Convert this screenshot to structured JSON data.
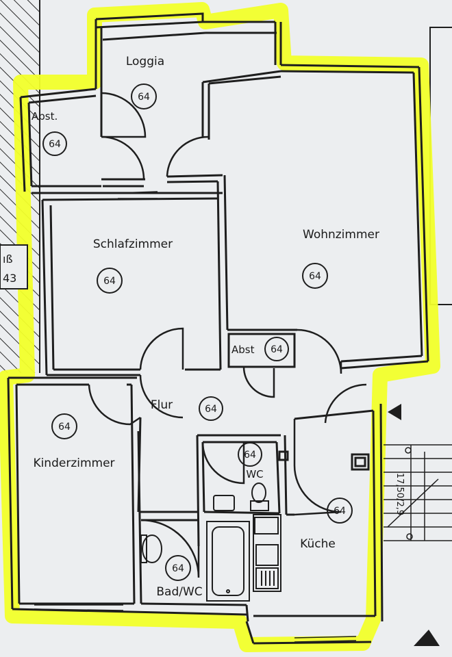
{
  "plan": {
    "highlight_color": "#f2ff2a",
    "wall_color": "#1e1e1e",
    "paper_color": "#eceef0",
    "rooms": [
      {
        "id": "loggia",
        "name": "Loggia",
        "number": "64"
      },
      {
        "id": "abst-top",
        "name": "Abst.",
        "number": "64"
      },
      {
        "id": "schlafzimmer",
        "name": "Schlafzimmer",
        "number": "64"
      },
      {
        "id": "wohnzimmer",
        "name": "Wohnzimmer",
        "number": "64"
      },
      {
        "id": "abst-mid",
        "name": "Abst",
        "number": "64"
      },
      {
        "id": "flur",
        "name": "Flur",
        "number": "64"
      },
      {
        "id": "kinderzimmer",
        "name": "Kinderzimmer",
        "number": "64"
      },
      {
        "id": "wc",
        "name": "WC",
        "number": "64"
      },
      {
        "id": "kueche",
        "name": "Küche",
        "number": "64"
      },
      {
        "id": "bad-wc",
        "name": "Bad/WC",
        "number": "64"
      }
    ],
    "edge_label": {
      "line1": "ıß",
      "line2": "43"
    },
    "stair_label": "17,50/2,9"
  }
}
